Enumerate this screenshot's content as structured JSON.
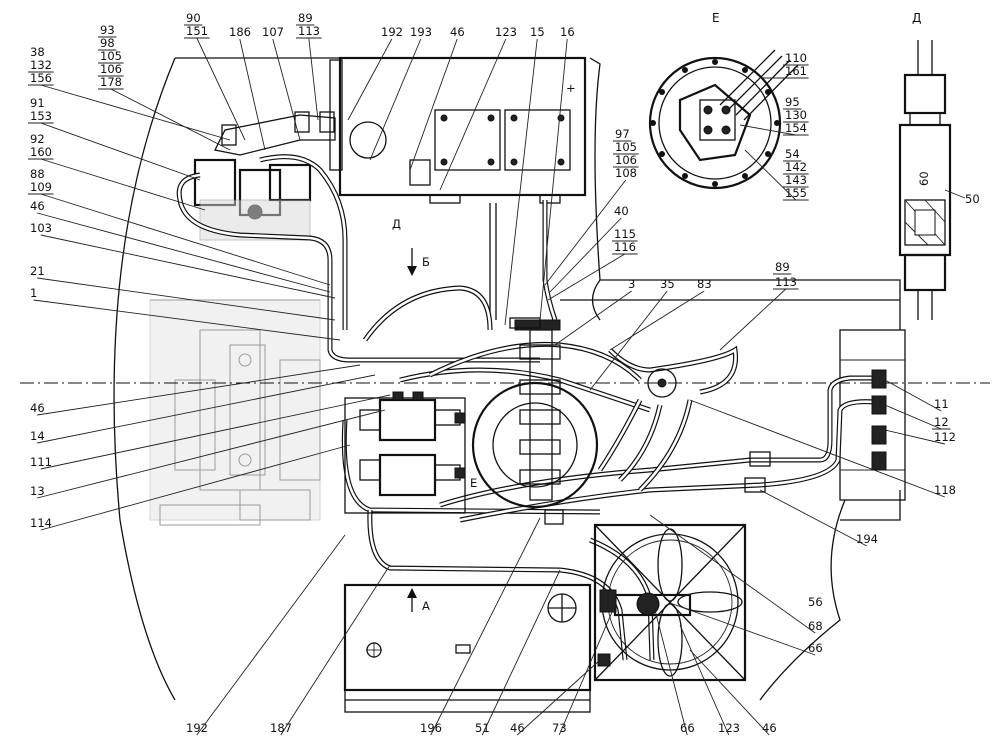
{
  "section_marks": {
    "E": "Е",
    "D": "Д",
    "B": "Б",
    "A": "А"
  },
  "dimension_60": "60",
  "labels_left": [
    "38",
    "132",
    "156",
    "91",
    "153",
    "92",
    "160",
    "88",
    "109",
    "46",
    "103",
    "21",
    "1",
    "46",
    "14",
    "111",
    "13",
    "114"
  ],
  "labels_left_stack": [
    "93",
    "98",
    "105",
    "106",
    "178"
  ],
  "labels_top": [
    "90",
    "151",
    "186",
    "107",
    "89",
    "113",
    "192",
    "193",
    "46",
    "123",
    "15",
    "16"
  ],
  "labels_mid": [
    "97",
    "105",
    "106",
    "108",
    "40",
    "115",
    "116",
    "3",
    "35",
    "83",
    "89",
    "113"
  ],
  "labels_view_e": [
    "110",
    "161",
    "95",
    "130",
    "154",
    "54",
    "142",
    "143",
    "155"
  ],
  "label_view_d": "50",
  "labels_right": [
    "11",
    "12",
    "112",
    "118",
    "194",
    "56",
    "68",
    "66"
  ],
  "labels_bottom": [
    "192",
    "187",
    "196",
    "51",
    "46",
    "73",
    "66",
    "123",
    "46"
  ]
}
